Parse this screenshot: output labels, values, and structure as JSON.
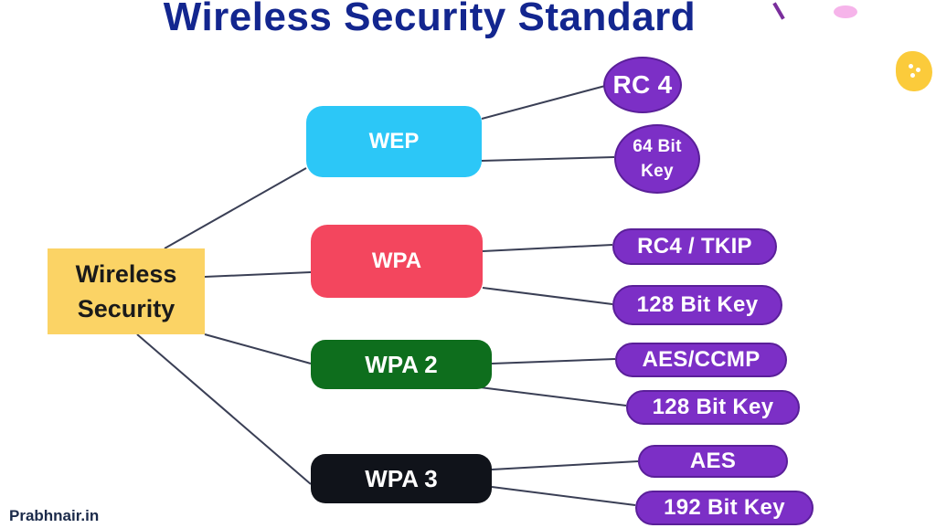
{
  "title": "Wireless Security Standard",
  "watermark": "Prabhnair.in",
  "root": {
    "line1": "Wireless",
    "line2": "Security"
  },
  "standards": [
    {
      "label": "WEP",
      "color": "#2cc7f7",
      "leaves": [
        "RC 4",
        "64 Bit Key"
      ]
    },
    {
      "label": "WPA",
      "color": "#f3465e",
      "leaves": [
        "RC4 / TKIP",
        "128 Bit Key"
      ]
    },
    {
      "label": "WPA 2",
      "color": "#0e6e1d",
      "leaves": [
        "AES/CCMP",
        "128 Bit Key"
      ]
    },
    {
      "label": "WPA 3",
      "color": "#10131a",
      "leaves": [
        "AES",
        "192 Bit Key"
      ]
    }
  ],
  "leaf_labels": {
    "wep_rc4": "RC 4",
    "wep_key_line1": "64 Bit",
    "wep_key_line2": "Key",
    "wpa_cipher": "RC4 / TKIP",
    "wpa_key": "128 Bit Key",
    "wpa2_cipher": "AES/CCMP",
    "wpa2_key": "128 Bit Key",
    "wpa3_cipher": "AES",
    "wpa3_key": "192 Bit Key"
  },
  "colors": {
    "title": "#13268f",
    "root": "#fbd365",
    "leaf": "#7c2fc6",
    "connector": "#3a3f55"
  }
}
